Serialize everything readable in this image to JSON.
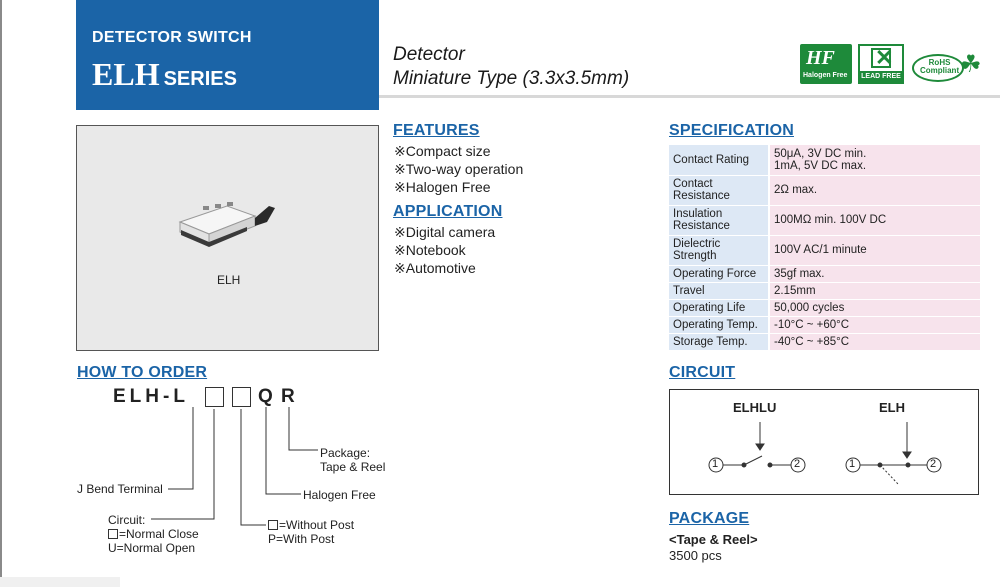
{
  "header": {
    "category": "DETECTOR SWITCH",
    "series_name": "ELH",
    "series_word": "SERIES",
    "subtitle_line1": "Detector",
    "subtitle_line2": "Miniature Type (3.3x3.5mm)"
  },
  "logos": {
    "hf_text": "HF",
    "hf_caption": "Halogen Free",
    "leadfree_caption": "LEAD FREE",
    "rohs_line1": "RoHS",
    "rohs_line2": "Compliant"
  },
  "photo": {
    "label": "ELH"
  },
  "features": {
    "title": "FEATURES",
    "items": [
      "※Compact size",
      "※Two-way operation",
      "※Halogen Free"
    ]
  },
  "application": {
    "title": "APPLICATION",
    "items": [
      "※Digital camera",
      "※Notebook",
      "※Automotive"
    ]
  },
  "specification": {
    "title": "SPECIFICATION",
    "rows": [
      {
        "key": "Contact Rating",
        "value": "50μA, 3V DC min.\n1mA, 5V DC max."
      },
      {
        "key": "Contact\nResistance",
        "value": "2Ω max."
      },
      {
        "key": "Insulation\nResistance",
        "value": "100MΩ min. 100V DC"
      },
      {
        "key": "Dielectric\nStrength",
        "value": "100V AC/1 minute"
      },
      {
        "key": "Operating Force",
        "value": "35gf max."
      },
      {
        "key": "Travel",
        "value": "2.15mm"
      },
      {
        "key": "Operating Life",
        "value": "50,000 cycles"
      },
      {
        "key": "Operating Temp.",
        "value": "-10°C ~ +60°C"
      },
      {
        "key": "Storage Temp.",
        "value": "-40°C ~ +85°C"
      }
    ]
  },
  "how_to_order": {
    "title": "HOW TO ORDER",
    "code_prefix": "ELH-L",
    "code_q": "Q",
    "code_r": "R",
    "package_label_1": "Package:",
    "package_label_2": "Tape & Reel",
    "halogen_label": "Halogen Free",
    "jbend_label": "J Bend Terminal",
    "circuit_label": "Circuit:",
    "circuit_nc": "=Normal Close",
    "circuit_no": "U=Normal Open",
    "post_without": "=Without Post",
    "post_with": "P=With Post"
  },
  "circuit": {
    "title": "CIRCUIT",
    "left_label": "ELHLU",
    "right_label": "ELH",
    "pin1": "1",
    "pin2": "2"
  },
  "package": {
    "title": "PACKAGE",
    "line1": "<Tape & Reel>",
    "line2": "3500 pcs"
  }
}
